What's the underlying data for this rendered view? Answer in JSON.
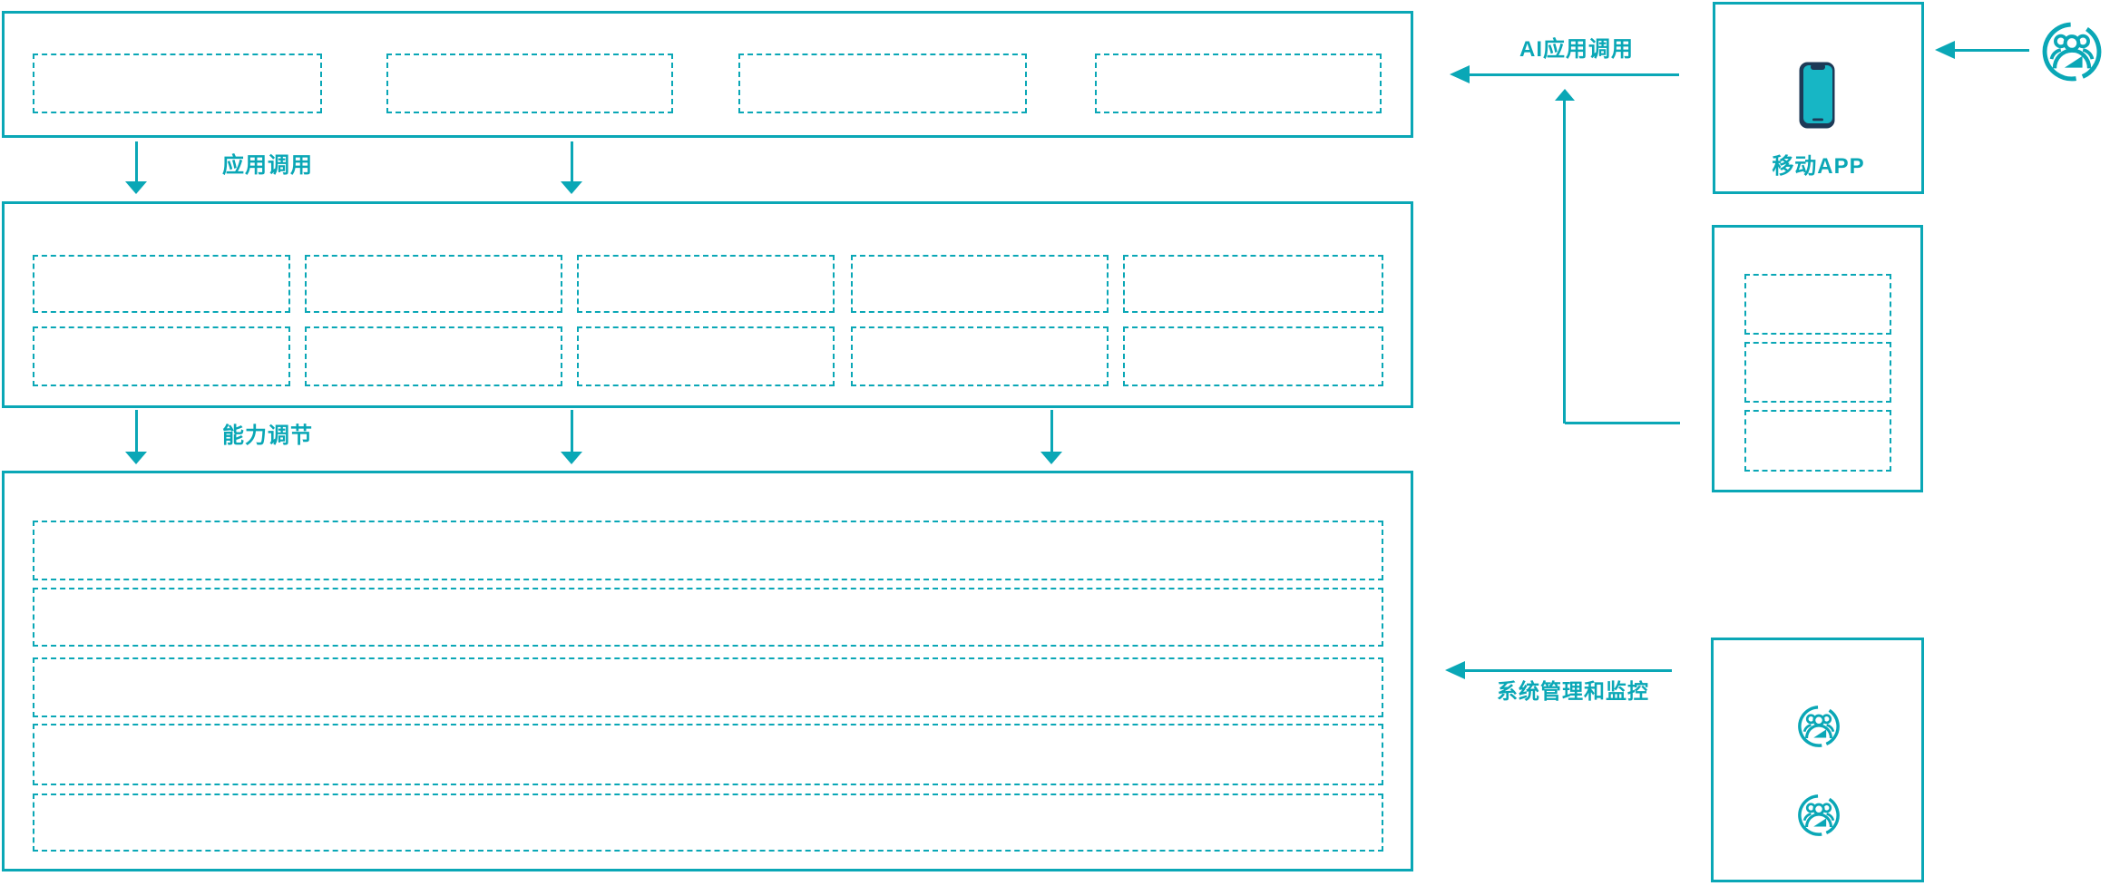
{
  "labels": {
    "app_call": "应用调用",
    "capability_adjust": "能力调节",
    "ai_app_call": "AI应用调用",
    "system_mgmt_monitor": "系统管理和监控",
    "mobile_app": "移动APP"
  },
  "colors": {
    "teal": "#0aa7b6",
    "phone_frame_navy": "#1d3a57",
    "phone_screen_cyan": "#17b6c5",
    "background": "#ffffff"
  },
  "icons": {
    "top_right": "users-group-circle-icon",
    "mobile_box": "smartphone-icon",
    "admin_box": [
      "users-group-circle-icon",
      "users-group-circle-icon"
    ]
  },
  "placeholders": {
    "top_panel_boxes": 4,
    "middle_panel_boxes": 10,
    "bottom_panel_rows": 5,
    "right_middle_boxes": 3
  }
}
